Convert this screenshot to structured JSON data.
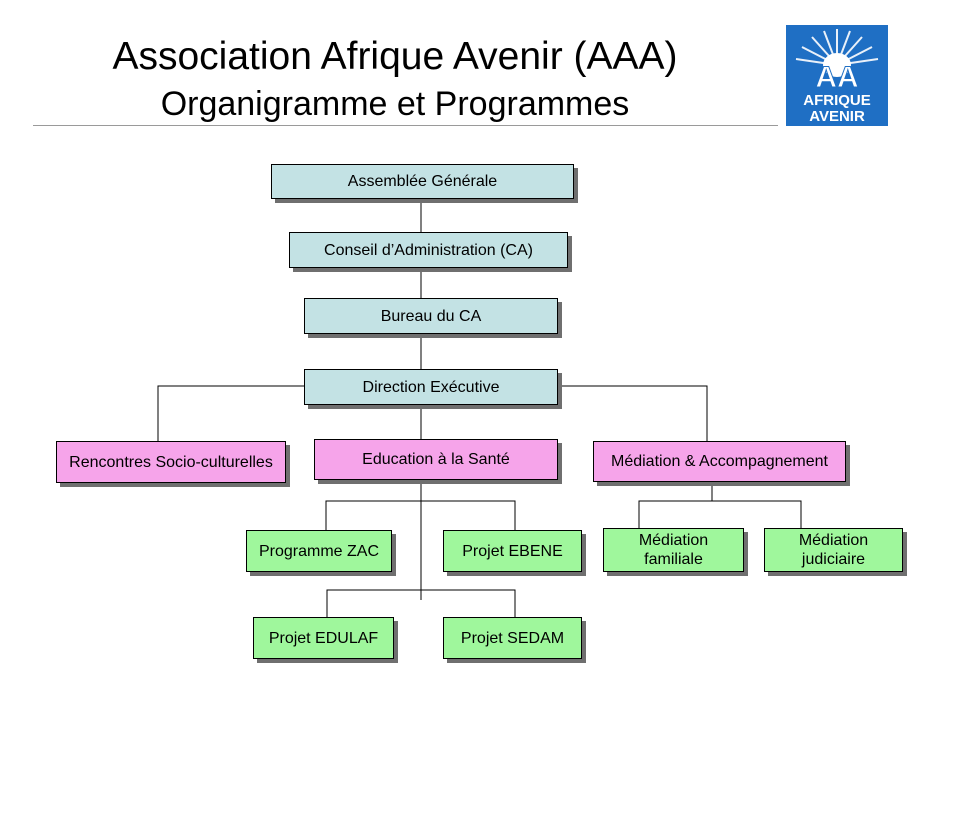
{
  "header": {
    "title": "Association Afrique Avenir (AAA)",
    "subtitle": "Organigramme et Programmes"
  },
  "logo": {
    "mark": "AA",
    "line1": "AFRIQUE",
    "line2": "AVENIR",
    "color": "#1f6fc4"
  },
  "chart": {
    "colors": {
      "governance": "#c3e2e4",
      "department": "#f6a4ea",
      "program": "#9ff79c"
    },
    "nodes": {
      "assemblee": "Assemblée Générale",
      "conseil": "Conseil d’Administration (CA)",
      "bureau": "Bureau du CA",
      "direction": "Direction Exécutive",
      "rencontres": "Rencontres Socio-culturelles",
      "education": "Education à la Santé",
      "mediation": "Médiation & Accompagnement",
      "zac": "Programme ZAC",
      "ebene": "Projet EBENE",
      "edulaf": "Projet EDULAF",
      "sedam": "Projet SEDAM",
      "med_fam_1": "Médiation",
      "med_fam_2": "familiale",
      "med_jud_1": "Médiation",
      "med_jud_2": "judiciaire"
    }
  }
}
